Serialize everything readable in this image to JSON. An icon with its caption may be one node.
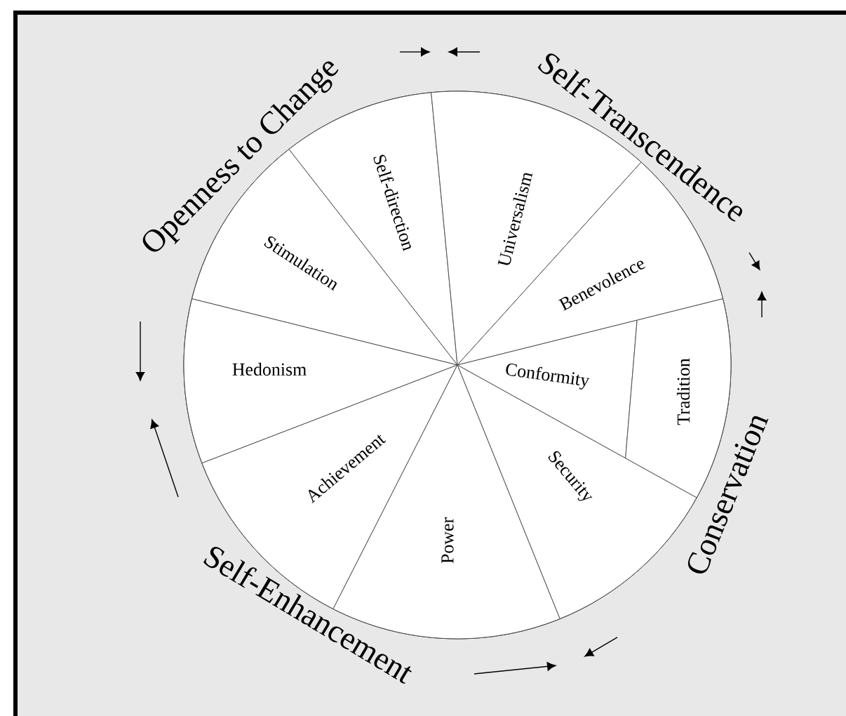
{
  "diagram": {
    "nodes": [
      {
        "text": [
          "Self-direction"
        ]
      },
      {
        "text": [
          "Universalism"
        ]
      },
      {
        "text": [
          "Stimulation"
        ]
      },
      {
        "text": [
          "Benevolence"
        ]
      },
      {
        "text": [
          "Hedonism"
        ]
      },
      {
        "text": [
          "Conformity"
        ]
      },
      {
        "text": [
          "Tradition"
        ]
      },
      {
        "text": [
          "Achievement"
        ]
      },
      {
        "text": [
          "Security"
        ]
      },
      {
        "text": [
          "Power"
        ]
      }
    ],
    "labels": [
      "Openness to Change",
      "Self-Transcendence",
      "Conservation",
      "Self-Enhancement"
    ]
  }
}
